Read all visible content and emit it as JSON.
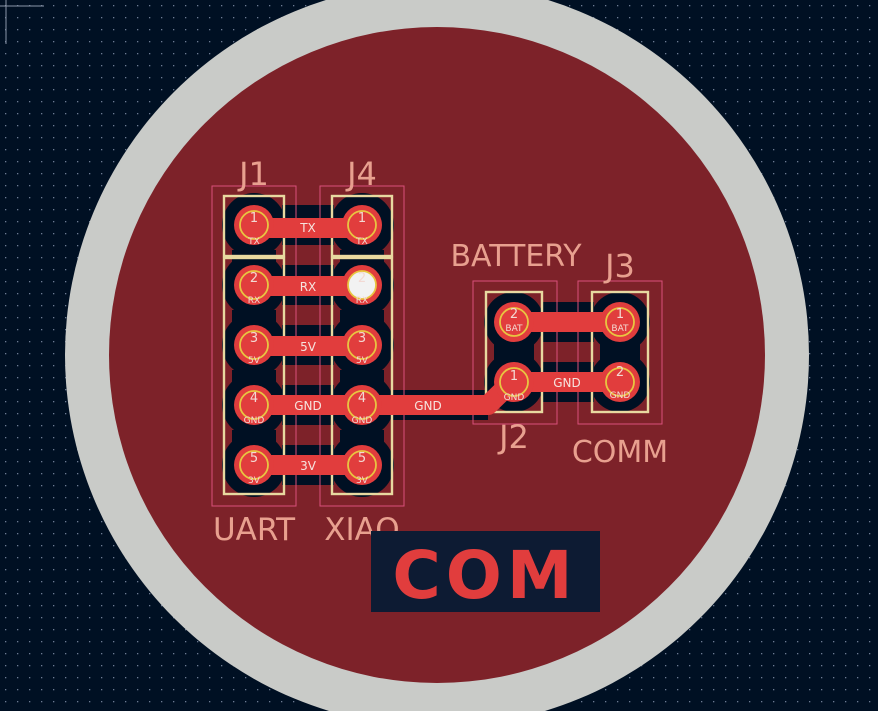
{
  "colors": {
    "background": "#001023",
    "board_ring": "#c9cbc8",
    "copper_pour": "#7d2229",
    "trace": "#e13d3d",
    "pad_ring": "#e8c541",
    "pad_center": "#cfcfcf",
    "silkscreen": "#e8a08f",
    "courtyard": "#d9507a",
    "logo_background": "#0d1b33",
    "logo_text": "#e13d3d"
  },
  "board": {
    "logo_text": "COM"
  },
  "components": {
    "j1": {
      "ref": "J1",
      "value": "UART",
      "pins": [
        {
          "num": "1",
          "net": "TX"
        },
        {
          "num": "2",
          "net": "RX"
        },
        {
          "num": "3",
          "net": "5V"
        },
        {
          "num": "4",
          "net": "GND"
        },
        {
          "num": "5",
          "net": "3V"
        }
      ]
    },
    "j4": {
      "ref": "J4",
      "value": "XIAO",
      "pins": [
        {
          "num": "1",
          "net": "TX"
        },
        {
          "num": "2",
          "net": "RX"
        },
        {
          "num": "3",
          "net": "5V"
        },
        {
          "num": "4",
          "net": "GND"
        },
        {
          "num": "5",
          "net": "3V"
        }
      ]
    },
    "j2": {
      "ref": "J2",
      "value": "BATTERY",
      "pins": [
        {
          "num": "2",
          "net": "BAT"
        },
        {
          "num": "1",
          "net": "GND"
        }
      ]
    },
    "j3": {
      "ref": "J3",
      "value": "COMM",
      "pins": [
        {
          "num": "1",
          "net": "BAT"
        },
        {
          "num": "2",
          "net": "GND"
        }
      ]
    }
  },
  "traces": {
    "tx": "TX",
    "rx": "RX",
    "v5": "5V",
    "gnd_a": "GND",
    "gnd_b": "GND",
    "v3": "3V",
    "gnd_c": "GND"
  }
}
